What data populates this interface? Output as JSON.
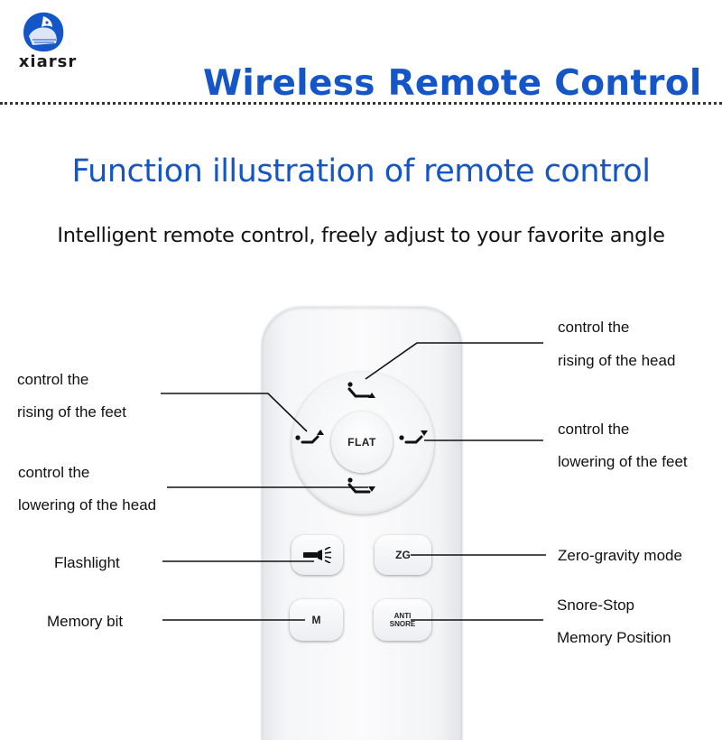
{
  "header": {
    "brand": "xiarsr",
    "title": "Wireless Remote Control"
  },
  "subtitle": "Function illustration of remote control",
  "tagline": "Intelligent remote control, freely adjust to your favorite angle",
  "remote": {
    "flat_label": "FLAT",
    "zg_label": "ZG",
    "memory_label": "M",
    "anti_snore_line1": "ANTI",
    "anti_snore_line2": "SNORE"
  },
  "callouts": {
    "head_up": {
      "line1": "control the",
      "line2": "rising of the head"
    },
    "feet_up": {
      "line1": "control the",
      "line2": "rising of the feet"
    },
    "feet_down": {
      "line1": "control the",
      "line2": "lowering of the feet"
    },
    "head_down": {
      "line1": "control the",
      "line2": "lowering of the head"
    },
    "flashlight": "Flashlight",
    "zero_gravity": "Zero-gravity mode",
    "memory_bit": "Memory bit",
    "snore_stop": {
      "line1": "Snore-Stop",
      "line2": "Memory Position"
    }
  },
  "colors": {
    "title_blue": "#1456c8",
    "logo_blue": "#1456c8"
  },
  "icons": [
    "lion-logo-icon",
    "head-up-icon",
    "feet-up-icon",
    "feet-down-icon",
    "head-down-icon",
    "flashlight-icon"
  ]
}
